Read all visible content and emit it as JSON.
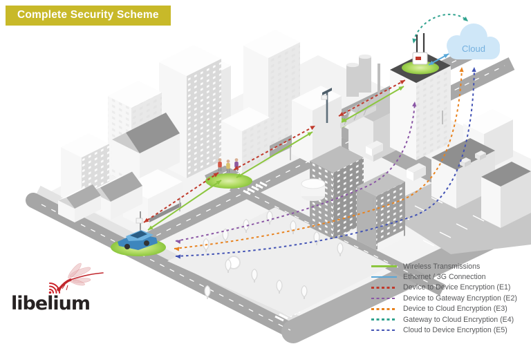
{
  "banner": {
    "title": "Complete Security Scheme",
    "bg_color": "#c8b929"
  },
  "cloud": {
    "label": "Cloud",
    "fill": "#cfe7f8",
    "text_color": "#74b0de"
  },
  "logo": {
    "brand": "libelium",
    "accent_color": "#c1272d"
  },
  "colors": {
    "node_green": "#8cc63e",
    "road_gray": "#a8a8a8",
    "building_light": "#f7f7f7"
  },
  "legend": {
    "items": [
      {
        "label": "Wireless Transmissions",
        "color": "#8cc63e",
        "style": "solid"
      },
      {
        "label": "Ethernet / 3G Connection",
        "color": "#58a7d8",
        "style": "solid"
      },
      {
        "label": "Device to Device Encryption (E1)",
        "color": "#c0392b",
        "style": "dashed"
      },
      {
        "label": "Device to Gateway Encryption (E2)",
        "color": "#8a56a5",
        "style": "dashed"
      },
      {
        "label": "Device to Cloud Encryption (E3)",
        "color": "#e8821e",
        "style": "dashed"
      },
      {
        "label": "Gateway to Cloud Encryption (E4)",
        "color": "#2fa28e",
        "style": "dashed"
      },
      {
        "label": "Cloud to Device Encryption (E5)",
        "color": "#4353b4",
        "style": "dashed"
      }
    ]
  }
}
